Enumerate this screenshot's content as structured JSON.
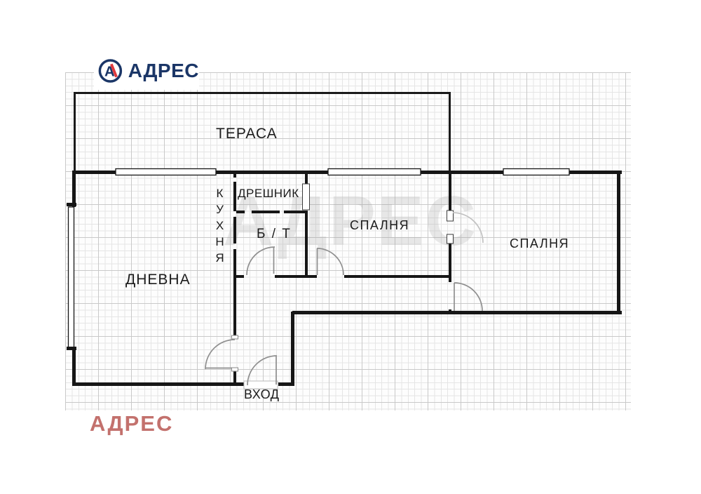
{
  "brand": {
    "name": "АДРЕС"
  },
  "watermarks": {
    "center": "АДРЕС",
    "bottom": "АДРЕС"
  },
  "rooms": {
    "terrace": "ТЕРАСА",
    "closet": "ДРЕШНИК",
    "kitchen": "КУХНЯ",
    "bathroom": "Б / Т",
    "bedroom1": "СПАЛНЯ",
    "bedroom2": "СПАЛНЯ",
    "living_room": "ДНЕВНА",
    "entrance": "ВХОД"
  },
  "colors": {
    "brand_navy": "#1b3667",
    "brand_red": "#e0393d",
    "watermark_red": "#c3716d",
    "wall_black": "#161616",
    "door_arc_gray": "#8f8f8f"
  }
}
